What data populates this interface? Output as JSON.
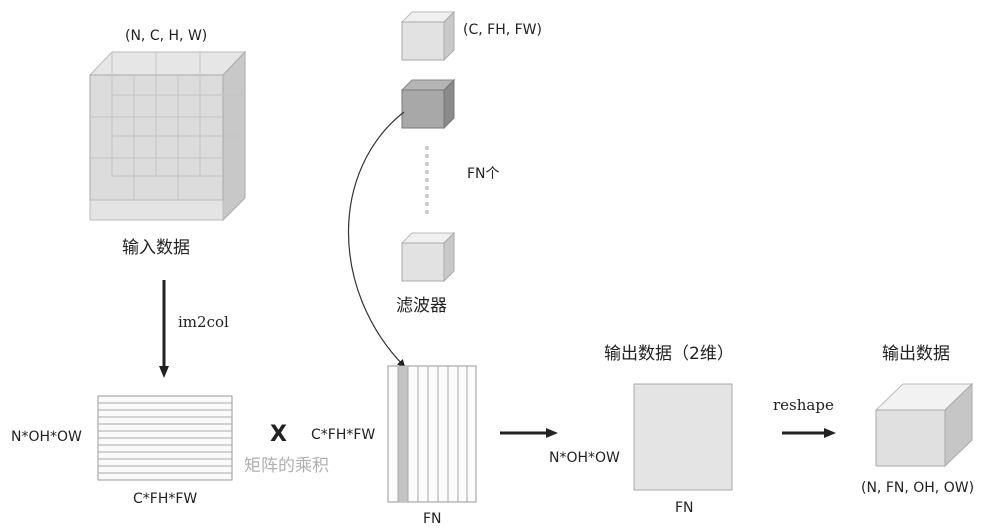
{
  "input": {
    "shape_label": "(N, C, H, W)",
    "caption": "输入数据"
  },
  "filter": {
    "shape_label": "(C, FH, FW)",
    "count_label": "FN个",
    "caption": "滤波器"
  },
  "im2col": {
    "op_label": "im2col",
    "rows_label": "N*OH*OW",
    "cols_label": "C*FH*FW"
  },
  "multiply": {
    "symbol": "X",
    "caption": "矩阵的乘积"
  },
  "filter_matrix": {
    "rows_label": "C*FH*FW",
    "cols_label": "FN"
  },
  "output2d": {
    "caption": "输出数据（2维）",
    "rows_label": "N*OH*OW",
    "cols_label": "FN"
  },
  "reshape": {
    "op_label": "reshape"
  },
  "output": {
    "caption": "输出数据",
    "shape_label": "(N, FN, OH, OW)"
  }
}
